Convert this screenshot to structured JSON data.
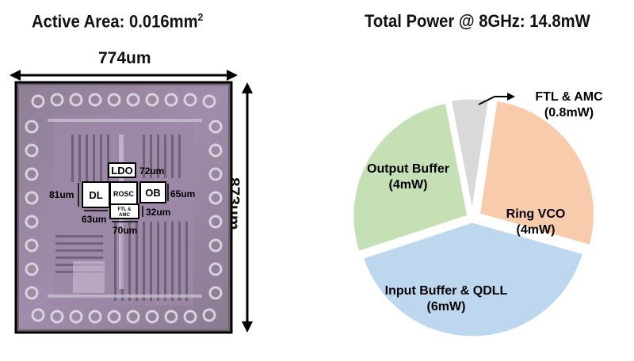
{
  "die": {
    "title_prefix": "Active Area: 0.016mm",
    "title_sup": "2",
    "width_label": "774um",
    "height_label": "873um",
    "blocks": {
      "ldo": "LDO",
      "dl": "DL",
      "rosc": "ROSC",
      "ob": "OB",
      "ftl_line1": "FTL &",
      "ftl_line2": "AMC"
    },
    "dims": {
      "ldo_w": "72um",
      "dl_h": "81um",
      "ob_h": "65um",
      "dl_w": "63um",
      "ftl_h": "32um",
      "ftl_w": "70um"
    }
  },
  "power": {
    "title": "Total Power @ 8GHz: 14.8mW"
  },
  "chart_data": {
    "type": "pie",
    "title": "Total Power @ 8GHz: 14.8mW",
    "slices": [
      {
        "name": "FTL & AMC",
        "value_label": "(0.8mW)",
        "value": 0.8,
        "color": "#d9d9d9"
      },
      {
        "name": "Ring VCO",
        "value_label": "(4mW)",
        "value": 4,
        "color": "#f8cbad"
      },
      {
        "name": "Input Buffer & QDLL",
        "value_label": "(6mW)",
        "value": 6,
        "color": "#bdd7ee"
      },
      {
        "name": "Output Buffer",
        "value_label": "(4mW)",
        "value": 4,
        "color": "#c5e0b4"
      }
    ]
  }
}
